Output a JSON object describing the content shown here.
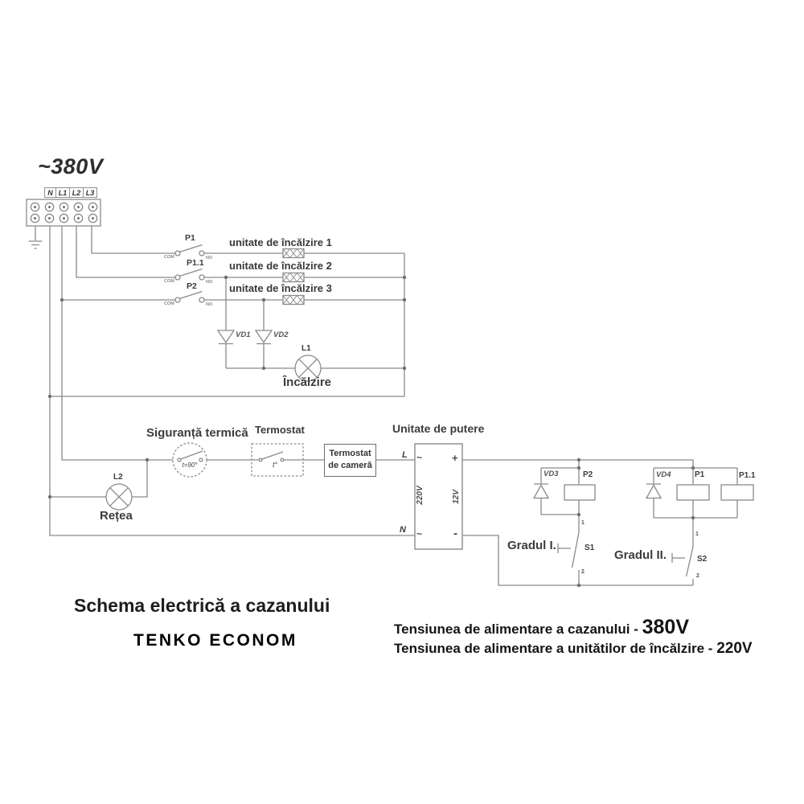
{
  "colors": {
    "background": "#ffffff",
    "line": "#8a8a8a",
    "component_text": "#3c3c3c",
    "footer_text": "#141414"
  },
  "supply": {
    "voltage_label": "~380V",
    "terminals": [
      "N",
      "L1",
      "L2",
      "L3"
    ],
    "ground_icon": "earth-ground-icon"
  },
  "heating": {
    "switches": [
      {
        "name": "P1",
        "com": "COM",
        "no": "NO"
      },
      {
        "name": "P1.1",
        "com": "COM",
        "no": "NO"
      },
      {
        "name": "P2",
        "com": "COM",
        "no": "NO"
      }
    ],
    "units": [
      {
        "label": "unitate de încălzire 1"
      },
      {
        "label": "unitate de încălzire 2"
      },
      {
        "label": "unitate de încălzire 3"
      }
    ],
    "diodes": [
      "VD1",
      "VD2"
    ],
    "lamp": {
      "name": "L1",
      "label": "Încălzire"
    }
  },
  "control": {
    "lamp": {
      "name": "L2",
      "label": "Rețea"
    },
    "thermal_fuse": {
      "title": "Siguranță termică",
      "setpoint": "t=90°"
    },
    "thermostat": {
      "title": "Termostat",
      "symbol": "t°"
    },
    "room_thermostat": {
      "line1": "Termostat",
      "line2": "de cameră"
    }
  },
  "power_unit": {
    "title": "Unitate de putere",
    "live": "L",
    "neutral": "N",
    "ac_top": "~",
    "ac_bottom": "~",
    "plus": "+",
    "minus": "-",
    "input_voltage": "220V",
    "output_voltage": "12V"
  },
  "relays": {
    "stage1": {
      "diode": "VD3",
      "coil": "P2",
      "switch": "S1",
      "label": "Gradul I.",
      "pin_top": "1",
      "pin_bottom": "2"
    },
    "stage2": {
      "diode": "VD4",
      "coil_a": "P1",
      "coil_b": "P1.1",
      "switch": "S2",
      "label": "Gradul II.",
      "pin_top": "1",
      "pin_bottom": "2"
    }
  },
  "footer": {
    "title": "Schema electrică a cazanului",
    "brand": "TENKO ECONOM",
    "spec1_text": "Tensiunea de alimentare a cazanului - ",
    "spec1_value": "380V",
    "spec2_text": "Tensiunea de alimentare a unitătilor de încălzire - ",
    "spec2_value": "220V"
  }
}
